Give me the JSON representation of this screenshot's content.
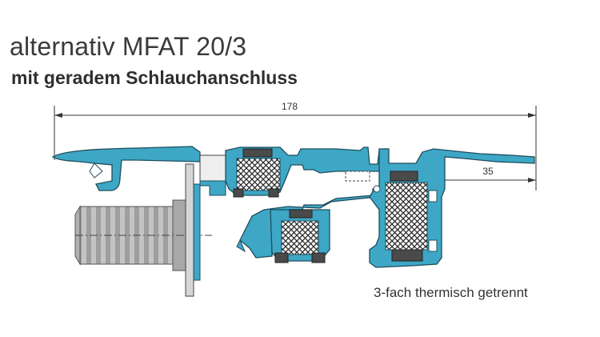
{
  "heading": {
    "title": "alternativ MFAT 20/3",
    "subtitle": "mit geradem Schlauchanschluss"
  },
  "dimensions": {
    "overall": "178",
    "nose": "35"
  },
  "caption": "3-fach thermisch getrennt",
  "colors": {
    "profile": "#3ea7c6",
    "profile_outline": "#1e4d5c",
    "insulation_fill": "#e9eef0",
    "hatch": "#2a2a2a",
    "hose_fitting": "#b9b9b9",
    "line": "#333333"
  }
}
